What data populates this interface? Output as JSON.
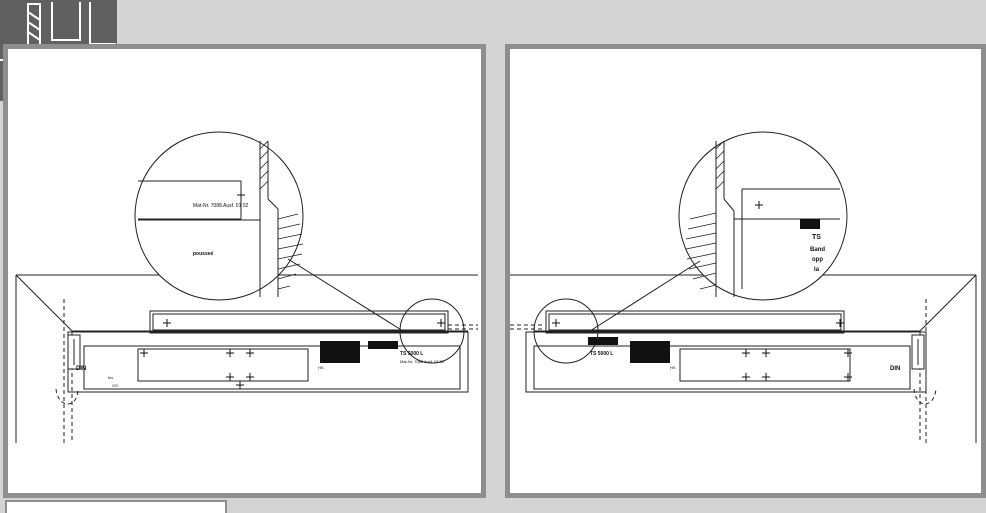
{
  "colors": {
    "background": "#d4d4d4",
    "panel_border": "#8e8e8e",
    "icon_dark": "#606060",
    "line": "#222222"
  },
  "icons": {
    "corner": "drill-bit-profile-icon"
  },
  "left_panel": {
    "title_plate": "TS 5000 L",
    "label_din": "DIN",
    "part_number": "Mat-Nr. 7088 Ausf. 01 02",
    "zoom_label_part": "Mat-Nr. 7088 Ausf. 01 02",
    "zoom_word": "pousseé",
    "left_small": "bis",
    "label_hs": "HS",
    "label_gs": "GS"
  },
  "right_panel": {
    "title_plate": "TS 5000 L",
    "label_din": "DIN",
    "zoom_ts": "TS",
    "zoom_words": [
      "Band",
      "opp",
      "la"
    ],
    "label_hs": "HS"
  }
}
